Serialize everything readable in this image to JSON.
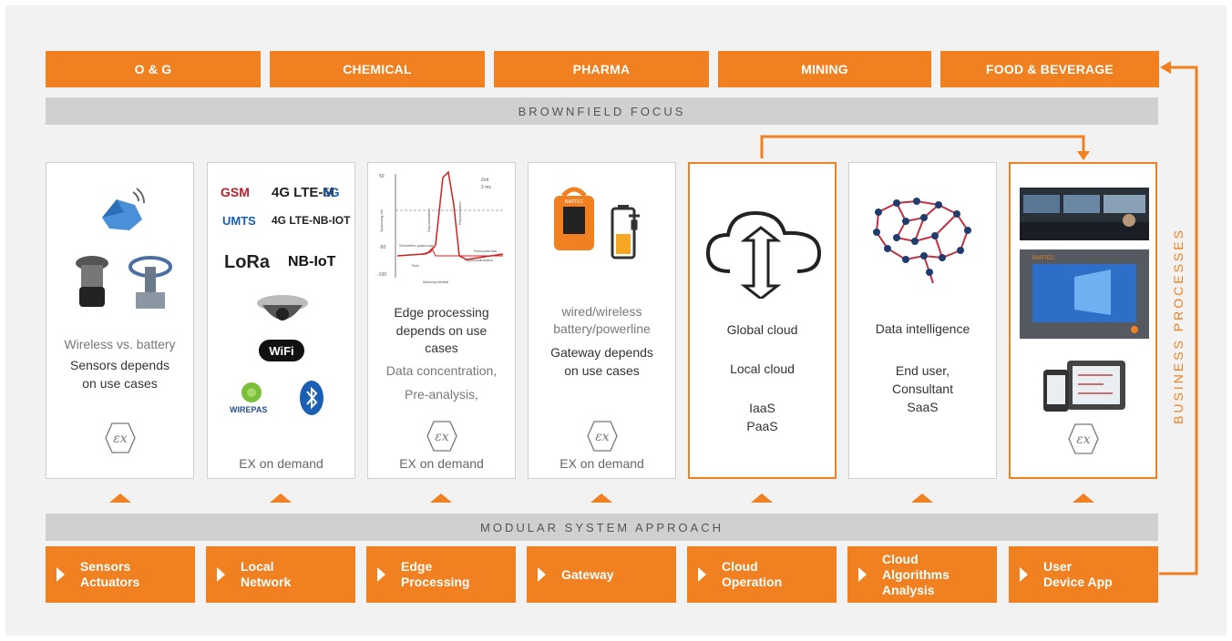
{
  "industries": [
    "O & G",
    "CHEMICAL",
    "PHARMA",
    "MINING",
    "FOOD & BEVERAGE"
  ],
  "band_top": "BROWNFIELD FOCUS",
  "band_bottom": "MODULAR SYSTEM APPROACH",
  "side_label": "BUSINESS PROCESSES",
  "cards": [
    {
      "gray": "Wireless vs. battery",
      "line1": "Sensors depends",
      "line2": "on use cases"
    },
    {
      "badges": [
        "GSM",
        "4G LTE-M",
        "5G",
        "UMTS",
        "4G LTE-NB-IOT",
        "LoRa",
        "NB-IoT",
        "WiFi",
        "WIREPAS"
      ],
      "ex": "EX on demand"
    },
    {
      "line1": "Edge processing",
      "line2": "depends on  use",
      "line3": "cases",
      "gray1": "Data concentration,",
      "gray2": "Pre-analysis,",
      "ex": "EX on demand"
    },
    {
      "gray1": "wired/wireless",
      "gray2": "battery/powerline",
      "line1": "Gateway depends",
      "line2": "on use cases",
      "ex": "EX on demand"
    },
    {
      "t1": "Global cloud",
      "t2": "Local cloud",
      "t3": "IaaS",
      "t4": "PaaS"
    },
    {
      "t1": "Data intelligence",
      "t2": "End user,",
      "t3": "Consultant",
      "t4": "SaaS"
    },
    {
      "device_brand": "BARTEC"
    }
  ],
  "chart_labels": [
    "Zeit",
    "2 ms",
    "Depolarisation",
    "Repolarisation",
    "Schwellen-spannung",
    "Ruhepotential",
    "Hyperpolarisation",
    "Reiz",
    "Aktionspotential",
    "Spannung mV",
    "50",
    "-50",
    "-100"
  ],
  "modules": [
    {
      "l1": "Sensors",
      "l2": "Actuators"
    },
    {
      "l1": "Local",
      "l2": "Network"
    },
    {
      "l1": "Edge",
      "l2": "Processing"
    },
    {
      "l1": "Gateway"
    },
    {
      "l1": "Cloud",
      "l2": "Operation"
    },
    {
      "l1": "Cloud",
      "l2": "Algorithms",
      "l3": "Analysis"
    },
    {
      "l1": "User",
      "l2": "Device App"
    }
  ],
  "colors": {
    "accent": "#f08020",
    "band": "#d0d0d0",
    "background": "#f2f2f2"
  }
}
